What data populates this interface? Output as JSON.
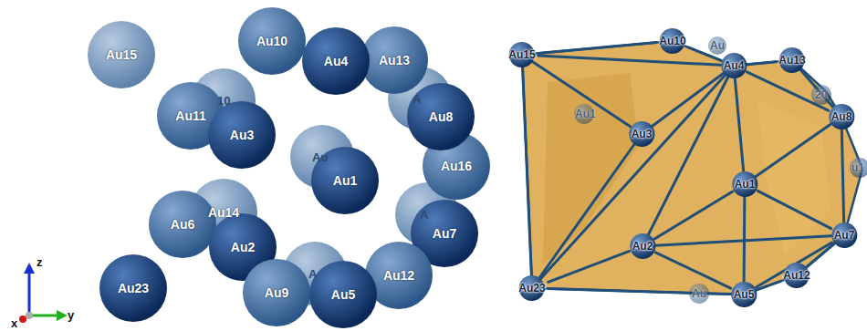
{
  "diagram": {
    "nodes": [
      {
        "text": [
          "Au15"
        ]
      },
      {
        "text": [
          "Au10"
        ]
      },
      {
        "text": [
          "Au13"
        ]
      },
      {
        "text": [
          "Au4"
        ]
      },
      {
        "text": [
          "Au11"
        ]
      },
      {
        "text": [
          "Au3"
        ]
      },
      {
        "text": [
          "Au16"
        ]
      },
      {
        "text": [
          "Au8"
        ]
      },
      {
        "text": [
          "Au1"
        ]
      },
      {
        "text": [
          "Au14"
        ]
      },
      {
        "text": [
          "Au6"
        ]
      },
      {
        "text": [
          "Au2"
        ]
      },
      {
        "text": [
          "Au7"
        ]
      },
      {
        "text": [
          "Au12"
        ]
      },
      {
        "text": [
          "Au9"
        ]
      },
      {
        "text": [
          "Au5"
        ]
      },
      {
        "text": [
          "Au23"
        ]
      },
      {
        "text": [
          "Au15"
        ]
      },
      {
        "text": [
          "Au10"
        ]
      },
      {
        "text": [
          "Au4"
        ]
      },
      {
        "text": [
          "Au13"
        ]
      },
      {
        "text": [
          "Au3"
        ]
      },
      {
        "text": [
          "Au8"
        ]
      },
      {
        "text": [
          "Au1"
        ]
      },
      {
        "text": [
          "Au2"
        ]
      },
      {
        "text": [
          "Au7"
        ]
      },
      {
        "text": [
          "Au12"
        ]
      },
      {
        "text": [
          "Au23"
        ]
      },
      {
        "text": [
          "Au5"
        ]
      }
    ],
    "edges": [
      {
        "from": 17,
        "to": 19,
        "arrow": "none"
      },
      {
        "from": 17,
        "to": 21,
        "arrow": "none"
      },
      {
        "from": 17,
        "to": 27,
        "arrow": "none"
      },
      {
        "from": 17,
        "to": 18,
        "arrow": "none"
      },
      {
        "from": 18,
        "to": 19,
        "arrow": "none"
      },
      {
        "from": 19,
        "to": 20,
        "arrow": "none"
      },
      {
        "from": 19,
        "to": 21,
        "arrow": "none"
      },
      {
        "from": 19,
        "to": 23,
        "arrow": "none"
      },
      {
        "from": 19,
        "to": 22,
        "arrow": "none"
      },
      {
        "from": 19,
        "to": 27,
        "arrow": "none"
      },
      {
        "from": 19,
        "to": 24,
        "arrow": "none"
      },
      {
        "from": 20,
        "to": 22,
        "arrow": "none"
      },
      {
        "from": 22,
        "to": 23,
        "arrow": "none"
      },
      {
        "from": 22,
        "to": 25,
        "arrow": "none"
      },
      {
        "from": 23,
        "to": 24,
        "arrow": "none"
      },
      {
        "from": 23,
        "to": 25,
        "arrow": "none"
      },
      {
        "from": 23,
        "to": 28,
        "arrow": "none"
      },
      {
        "from": 24,
        "to": 27,
        "arrow": "none"
      },
      {
        "from": 24,
        "to": 28,
        "arrow": "none"
      },
      {
        "from": 24,
        "to": 25,
        "arrow": "none"
      },
      {
        "from": 21,
        "to": 27,
        "arrow": "none"
      },
      {
        "from": 27,
        "to": 28,
        "arrow": "none"
      },
      {
        "from": 28,
        "to": 25,
        "arrow": "none"
      },
      {
        "from": 28,
        "to": 26,
        "arrow": "none"
      },
      {
        "from": 25,
        "to": 26,
        "arrow": "none"
      }
    ],
    "labels": [
      "10",
      "Au",
      "A",
      "A",
      "A",
      "Au",
      "Au1",
      "20",
      "u1",
      "Au",
      "z",
      "y",
      "x"
    ]
  }
}
